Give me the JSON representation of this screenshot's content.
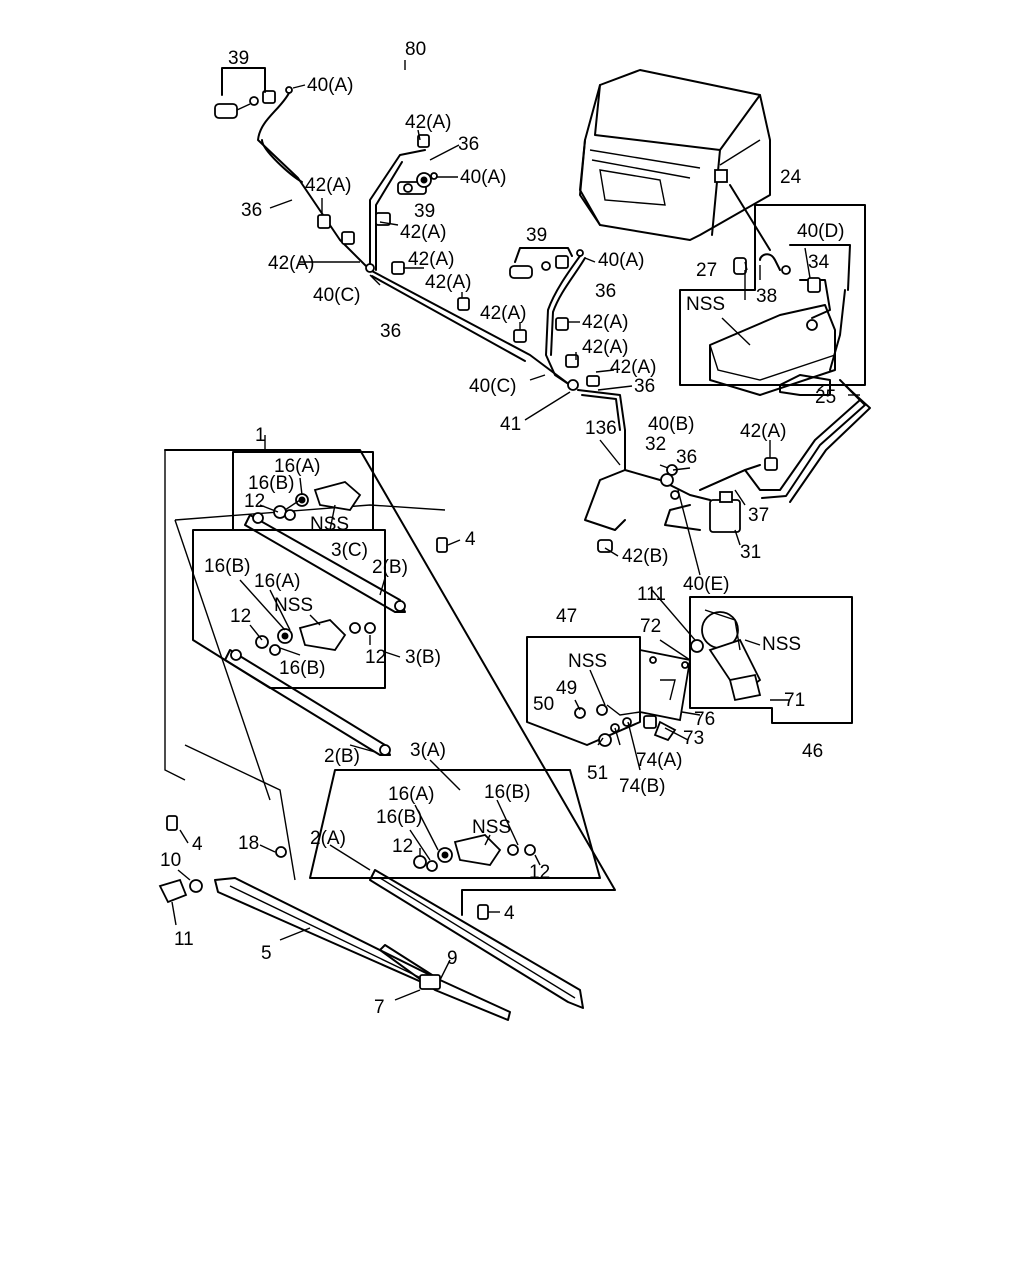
{
  "labels": {
    "l80": "80",
    "l39a": "39",
    "l40a_1": "40(A)",
    "l42a_1": "42(A)",
    "l36_1": "36",
    "l40a_2": "40(A)",
    "l36_2": "36",
    "l42a_2": "42(A)",
    "l39b": "39",
    "l42a_3": "42(A)",
    "l42a_4": "42(A)",
    "l40c_1": "40(C)",
    "l42a_5": "42(A)",
    "l42a_6": "42(A)",
    "l36_3": "36",
    "l39c": "39",
    "l40a_3": "40(A)",
    "l36_4": "36",
    "l42a_7": "42(A)",
    "l42a_8": "42(A)",
    "l42a_9": "42(A)",
    "l42a_10": "42(A)",
    "l40c_2": "40(C)",
    "l36_5": "36",
    "l41": "41",
    "l24": "24",
    "l40d": "40(D)",
    "l27": "27",
    "l34": "34",
    "l38": "38",
    "lnss1": "NSS",
    "l25": "25",
    "l136": "136",
    "l40b": "40(B)",
    "l32": "32",
    "l36_6": "36",
    "l42a_11": "42(A)",
    "l37": "37",
    "l31": "31",
    "l42b": "42(B)",
    "l40e": "40(E)",
    "l111": "111",
    "l47": "47",
    "l72": "72",
    "lnss2": "NSS",
    "lnss3": "NSS",
    "l49": "49",
    "l50": "50",
    "l76": "76",
    "l73": "73",
    "l71": "71",
    "l74a": "74(A)",
    "l51": "51",
    "l74b": "74(B)",
    "l46": "46",
    "l1": "1",
    "l16a_1": "16(A)",
    "l16b_1": "16(B)",
    "l12_1": "12",
    "lnss4": "NSS",
    "l3c": "3(C)",
    "l4_1": "4",
    "l2b_1": "2(B)",
    "l16b_2": "16(B)",
    "l16a_2": "16(A)",
    "lnss5": "NSS",
    "l12_2": "12",
    "l12_3": "12",
    "l3b": "3(B)",
    "l16b_3": "16(B)",
    "l2b_2": "2(B)",
    "l3a": "3(A)",
    "l16a_3": "16(A)",
    "l16b_4": "16(B)",
    "l16b_5": "16(B)",
    "lnss6": "NSS",
    "l12_4": "12",
    "l12_5": "12",
    "l4_2": "4",
    "l18": "18",
    "l2a": "2(A)",
    "l10": "10",
    "l11": "11",
    "l4_3": "4",
    "l5": "5",
    "l9": "9",
    "l7": "7"
  }
}
